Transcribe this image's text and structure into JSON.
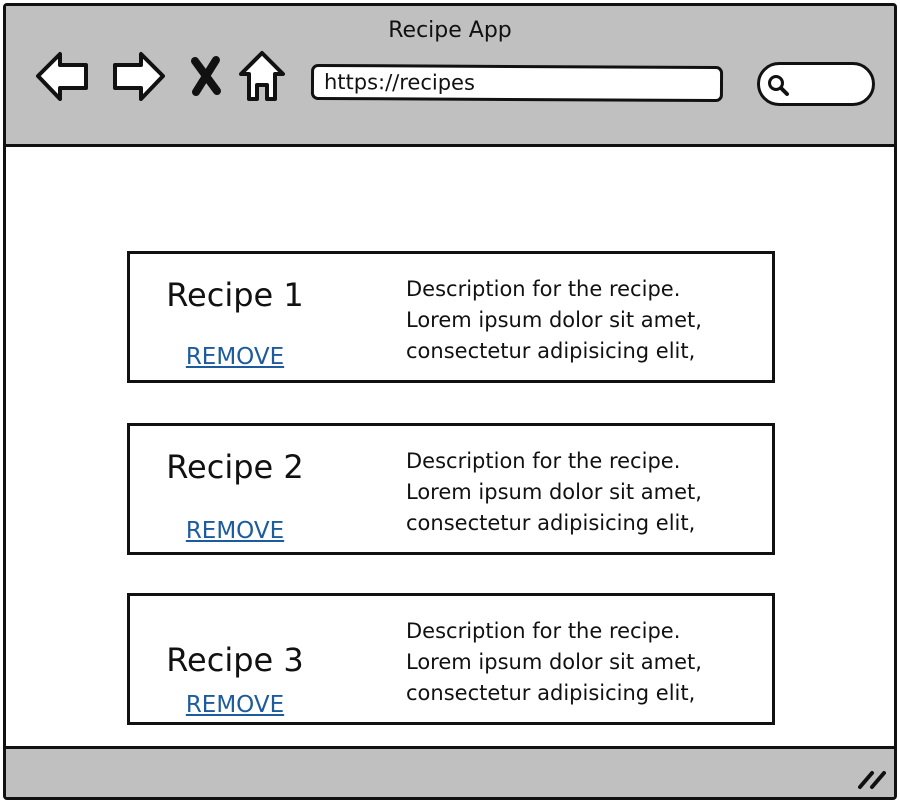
{
  "window": {
    "title": "Recipe App"
  },
  "toolbar": {
    "back_icon": "back-arrow-icon",
    "forward_icon": "forward-arrow-icon",
    "stop_icon": "close-icon",
    "home_icon": "home-icon",
    "url": "https://recipes",
    "search_icon": "search-icon"
  },
  "recipes": [
    {
      "title": "Recipe 1",
      "remove_label": "REMOVE",
      "desc": [
        "Description for the recipe.",
        "Lorem ipsum dolor sit amet,",
        "consectetur adipisicing elit,"
      ]
    },
    {
      "title": "Recipe 2",
      "remove_label": "REMOVE",
      "desc": [
        "Description for the recipe.",
        "Lorem ipsum dolor sit amet,",
        "consectetur adipisicing elit,"
      ]
    },
    {
      "title": "Recipe 3",
      "remove_label": "REMOVE",
      "desc": [
        "Description for the recipe.",
        "Lorem ipsum dolor sit amet,",
        "consectetur adipisicing elit,"
      ]
    }
  ],
  "colors": {
    "chrome": "#c0c0c0",
    "link": "#1c5b9e",
    "ink": "#111111"
  }
}
